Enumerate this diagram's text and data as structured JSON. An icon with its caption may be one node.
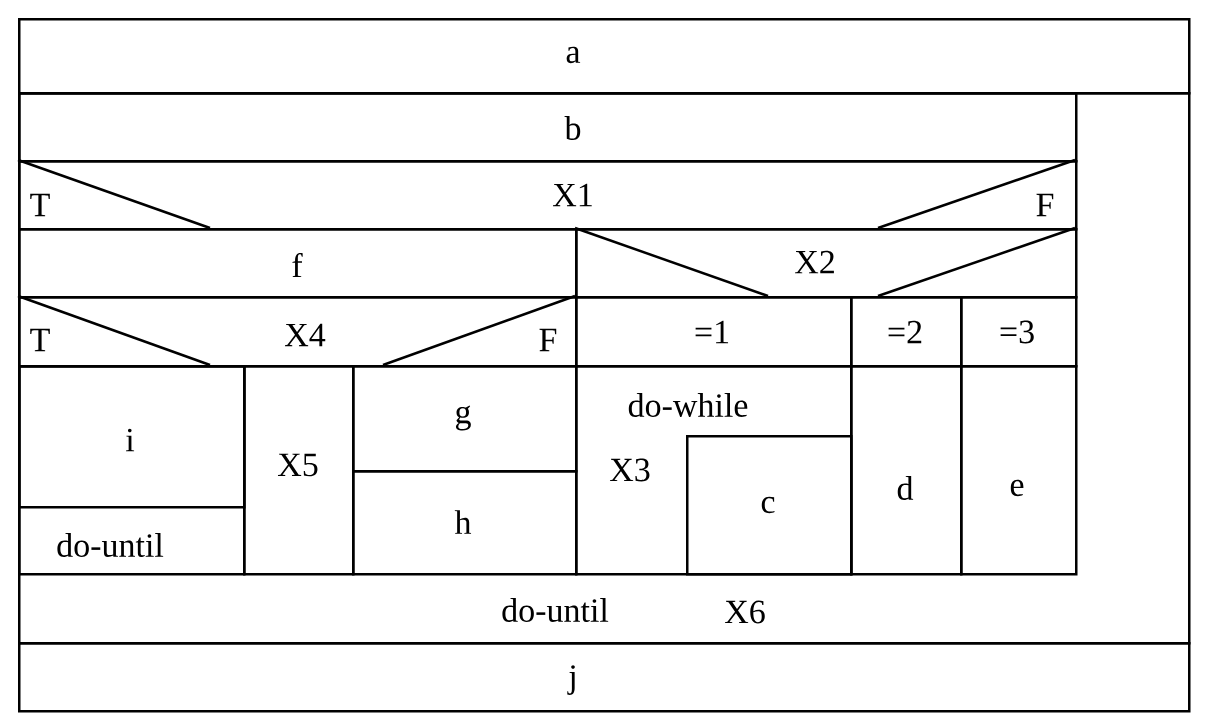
{
  "diagram": {
    "nodes": [
      {
        "text": [
          "a"
        ]
      },
      {
        "text": [
          "do-until",
          "X6"
        ]
      },
      {
        "text": [
          "b"
        ],
        "in": 1
      },
      {
        "text": [
          "T",
          "X1",
          "F"
        ],
        "in": 1
      },
      {
        "text": [
          "f"
        ],
        "in": 1
      },
      {
        "text": [
          "T",
          "X4",
          "F"
        ],
        "in": 1
      },
      {
        "text": [
          "do-until"
        ],
        "in": 1
      },
      {
        "text": [
          "i"
        ],
        "in": 6
      },
      {
        "text": [
          "X5"
        ],
        "in": 1
      },
      {
        "text": [
          "g"
        ],
        "in": 1
      },
      {
        "text": [
          "h"
        ],
        "in": 1
      },
      {
        "text": [
          "X2"
        ],
        "in": 1
      },
      {
        "text": [
          "=1"
        ],
        "in": 1
      },
      {
        "text": [
          "=2"
        ],
        "in": 1
      },
      {
        "text": [
          "=3"
        ],
        "in": 1
      },
      {
        "text": [
          "do-while",
          "X3"
        ],
        "in": 1
      },
      {
        "text": [
          "c"
        ],
        "in": 15
      },
      {
        "text": [
          "d"
        ],
        "in": 1
      },
      {
        "text": [
          "e"
        ],
        "in": 1
      },
      {
        "text": [
          "j"
        ]
      }
    ]
  }
}
